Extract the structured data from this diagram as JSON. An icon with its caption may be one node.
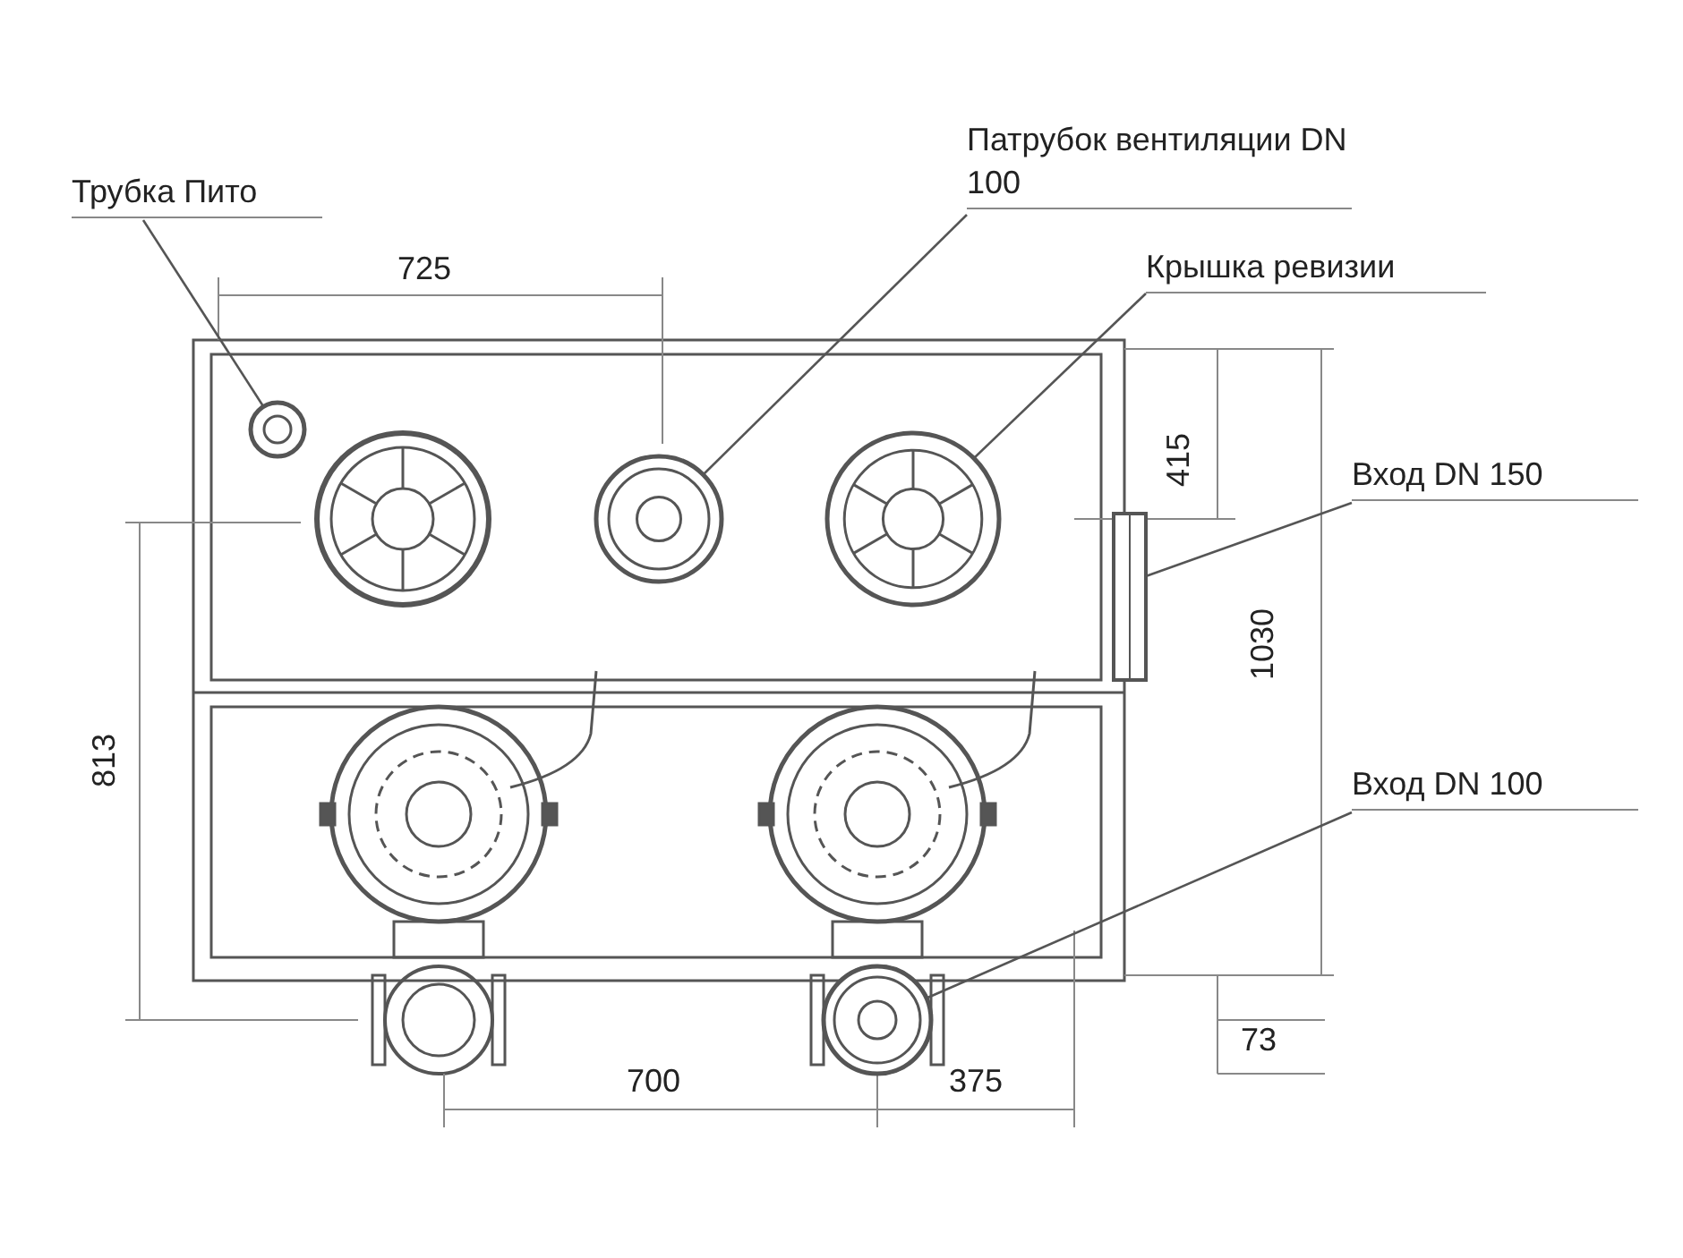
{
  "diagram": {
    "nodes": [
      {
        "text": [
          "Трубка Пито"
        ]
      },
      {
        "text": [],
        "shape": "circle"
      },
      {
        "text": [
          "Патрубок вентиляции DN 100"
        ]
      },
      {
        "text": [],
        "shape": "circle"
      },
      {
        "text": [
          "Крышка ревизии"
        ]
      },
      {
        "text": [],
        "shape": "circle"
      },
      {
        "text": [
          "Вход DN 150"
        ]
      },
      {
        "text": [],
        "shape": "box"
      },
      {
        "text": [
          "Вход DN 100"
        ]
      },
      {
        "text": [],
        "shape": "circle"
      }
    ],
    "edges": [
      {
        "from": 0,
        "to": 1,
        "arrow": "none"
      },
      {
        "from": 2,
        "to": 3,
        "arrow": "none"
      },
      {
        "from": 4,
        "to": 5,
        "arrow": "none"
      },
      {
        "from": 6,
        "to": 7,
        "arrow": "none"
      },
      {
        "from": 8,
        "to": 9,
        "arrow": "none"
      }
    ],
    "labels": [
      "725",
      "415",
      "1030",
      "813",
      "700",
      "375",
      "73"
    ]
  }
}
